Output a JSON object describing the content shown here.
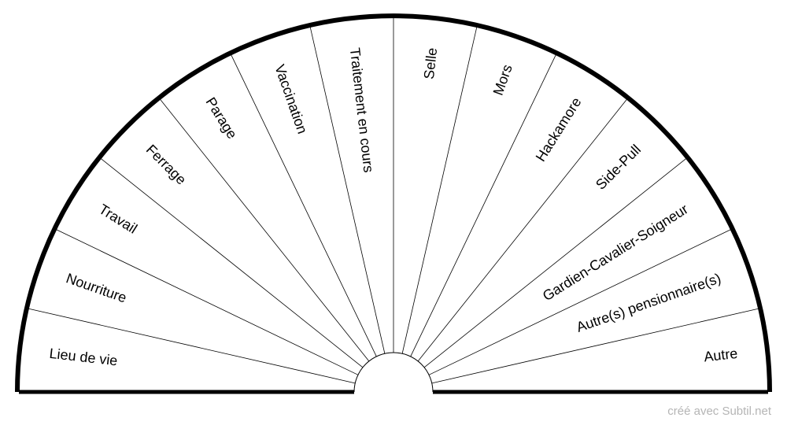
{
  "sectors": [
    "Lieu de vie",
    "Nourriture",
    "Travail",
    "Ferrage",
    "Parage",
    "Vaccination",
    "Traitement en cours",
    "Selle",
    "Mors",
    "Hackamore",
    "Side-Pull",
    "Gardien-Cavalier-Soigneur",
    "Autre(s)  pensionnaire(s)",
    "Autre"
  ],
  "credit": "créé avec Subtil.net",
  "colors": {
    "line": "#000000",
    "credit": "#b5b5b5"
  }
}
